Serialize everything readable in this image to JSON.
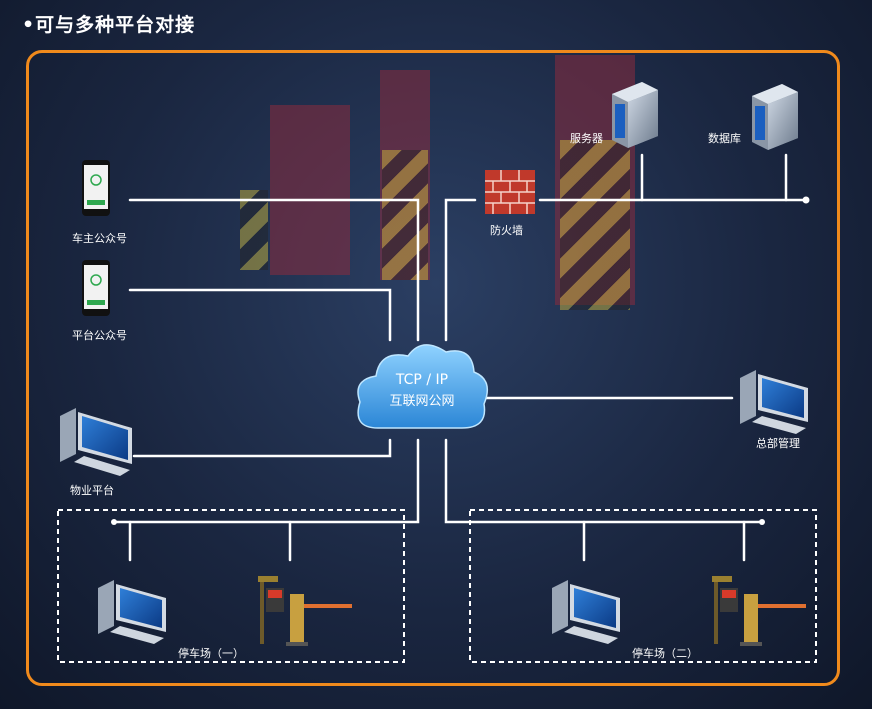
{
  "title": "•可与多种平台对接",
  "cloud": {
    "line1": "TCP / IP",
    "line2": "互联网公网"
  },
  "nodes": {
    "owner_account": "车主公众号",
    "platform_account": "平台公众号",
    "property_platform": "物业平台",
    "firewall": "防火墙",
    "server": "服务器",
    "database": "数据库",
    "headquarters": "总部管理",
    "parking_lot_1": "停车场（一）",
    "parking_lot_2": "停车场（二）"
  },
  "colors": {
    "frame": "#f08a1c",
    "line": "#ffffff",
    "cloud": "#4aa8e8"
  }
}
